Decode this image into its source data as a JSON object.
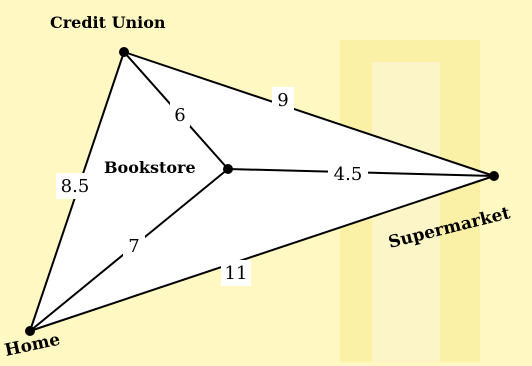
{
  "graph": {
    "nodes": [
      {
        "id": "credit_union",
        "label": "Credit Union"
      },
      {
        "id": "bookstore",
        "label": "Bookstore"
      },
      {
        "id": "supermarket",
        "label": "Supermarket"
      },
      {
        "id": "home",
        "label": "Home"
      }
    ],
    "edges": [
      {
        "from": "credit_union",
        "to": "bookstore",
        "weight": "6"
      },
      {
        "from": "credit_union",
        "to": "supermarket",
        "weight": "9"
      },
      {
        "from": "credit_union",
        "to": "home",
        "weight": "8.5"
      },
      {
        "from": "bookstore",
        "to": "supermarket",
        "weight": "4.5"
      },
      {
        "from": "bookstore",
        "to": "home",
        "weight": "7"
      },
      {
        "from": "home",
        "to": "supermarket",
        "weight": "11"
      }
    ]
  },
  "colors": {
    "background": "#fff8c2",
    "panel": "#fbf1a6",
    "region": "#ffffff",
    "ink": "#000000"
  }
}
